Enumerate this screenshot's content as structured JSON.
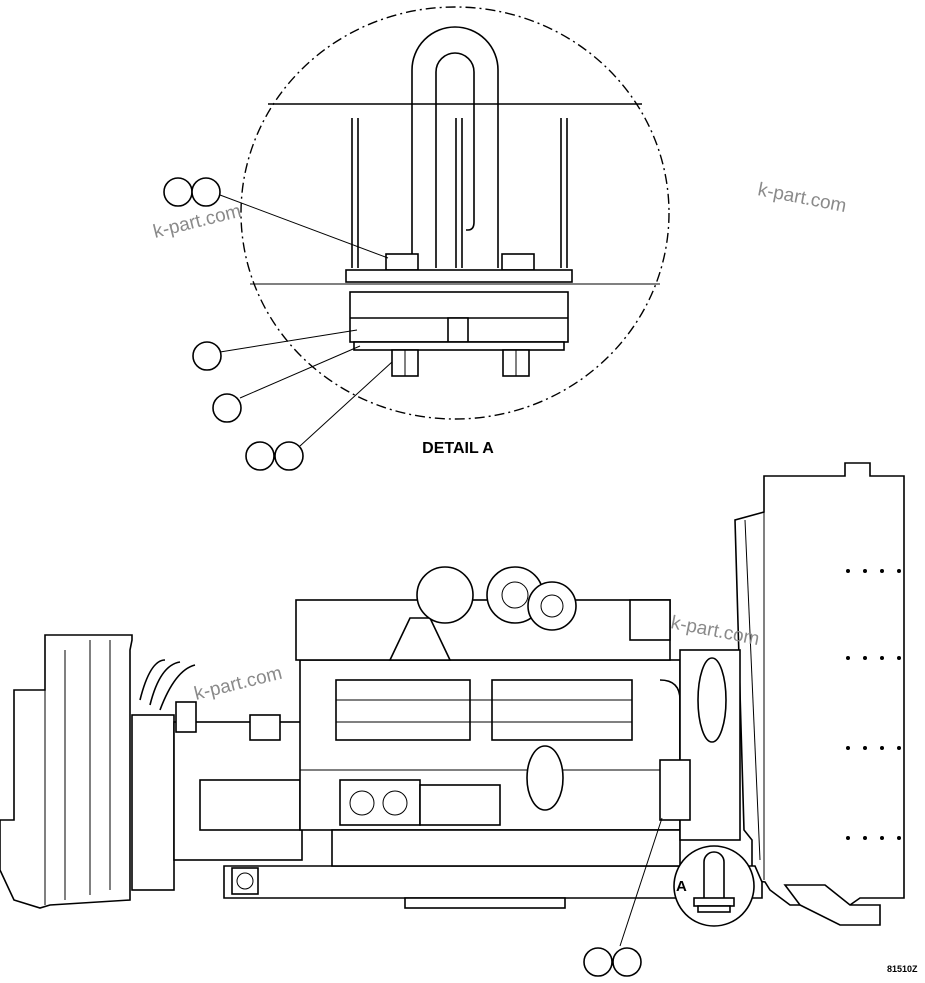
{
  "detail": {
    "title": "DETAIL A",
    "marker": "A"
  },
  "figure_code": "81510Z",
  "watermarks": [
    "k-part.com",
    "k-part.com",
    "k-part.com",
    "k-part.com"
  ],
  "callouts": [
    {
      "id": "c1",
      "numbers": [
        "",
        ""
      ]
    },
    {
      "id": "c2",
      "numbers": [
        ""
      ]
    },
    {
      "id": "c3",
      "numbers": [
        ""
      ]
    },
    {
      "id": "c4",
      "numbers": [
        "",
        ""
      ]
    },
    {
      "id": "c5",
      "numbers": [
        "",
        ""
      ]
    }
  ],
  "colors": {
    "ink": "#000000",
    "watermark": "#8a8a8a",
    "paper": "#ffffff"
  }
}
